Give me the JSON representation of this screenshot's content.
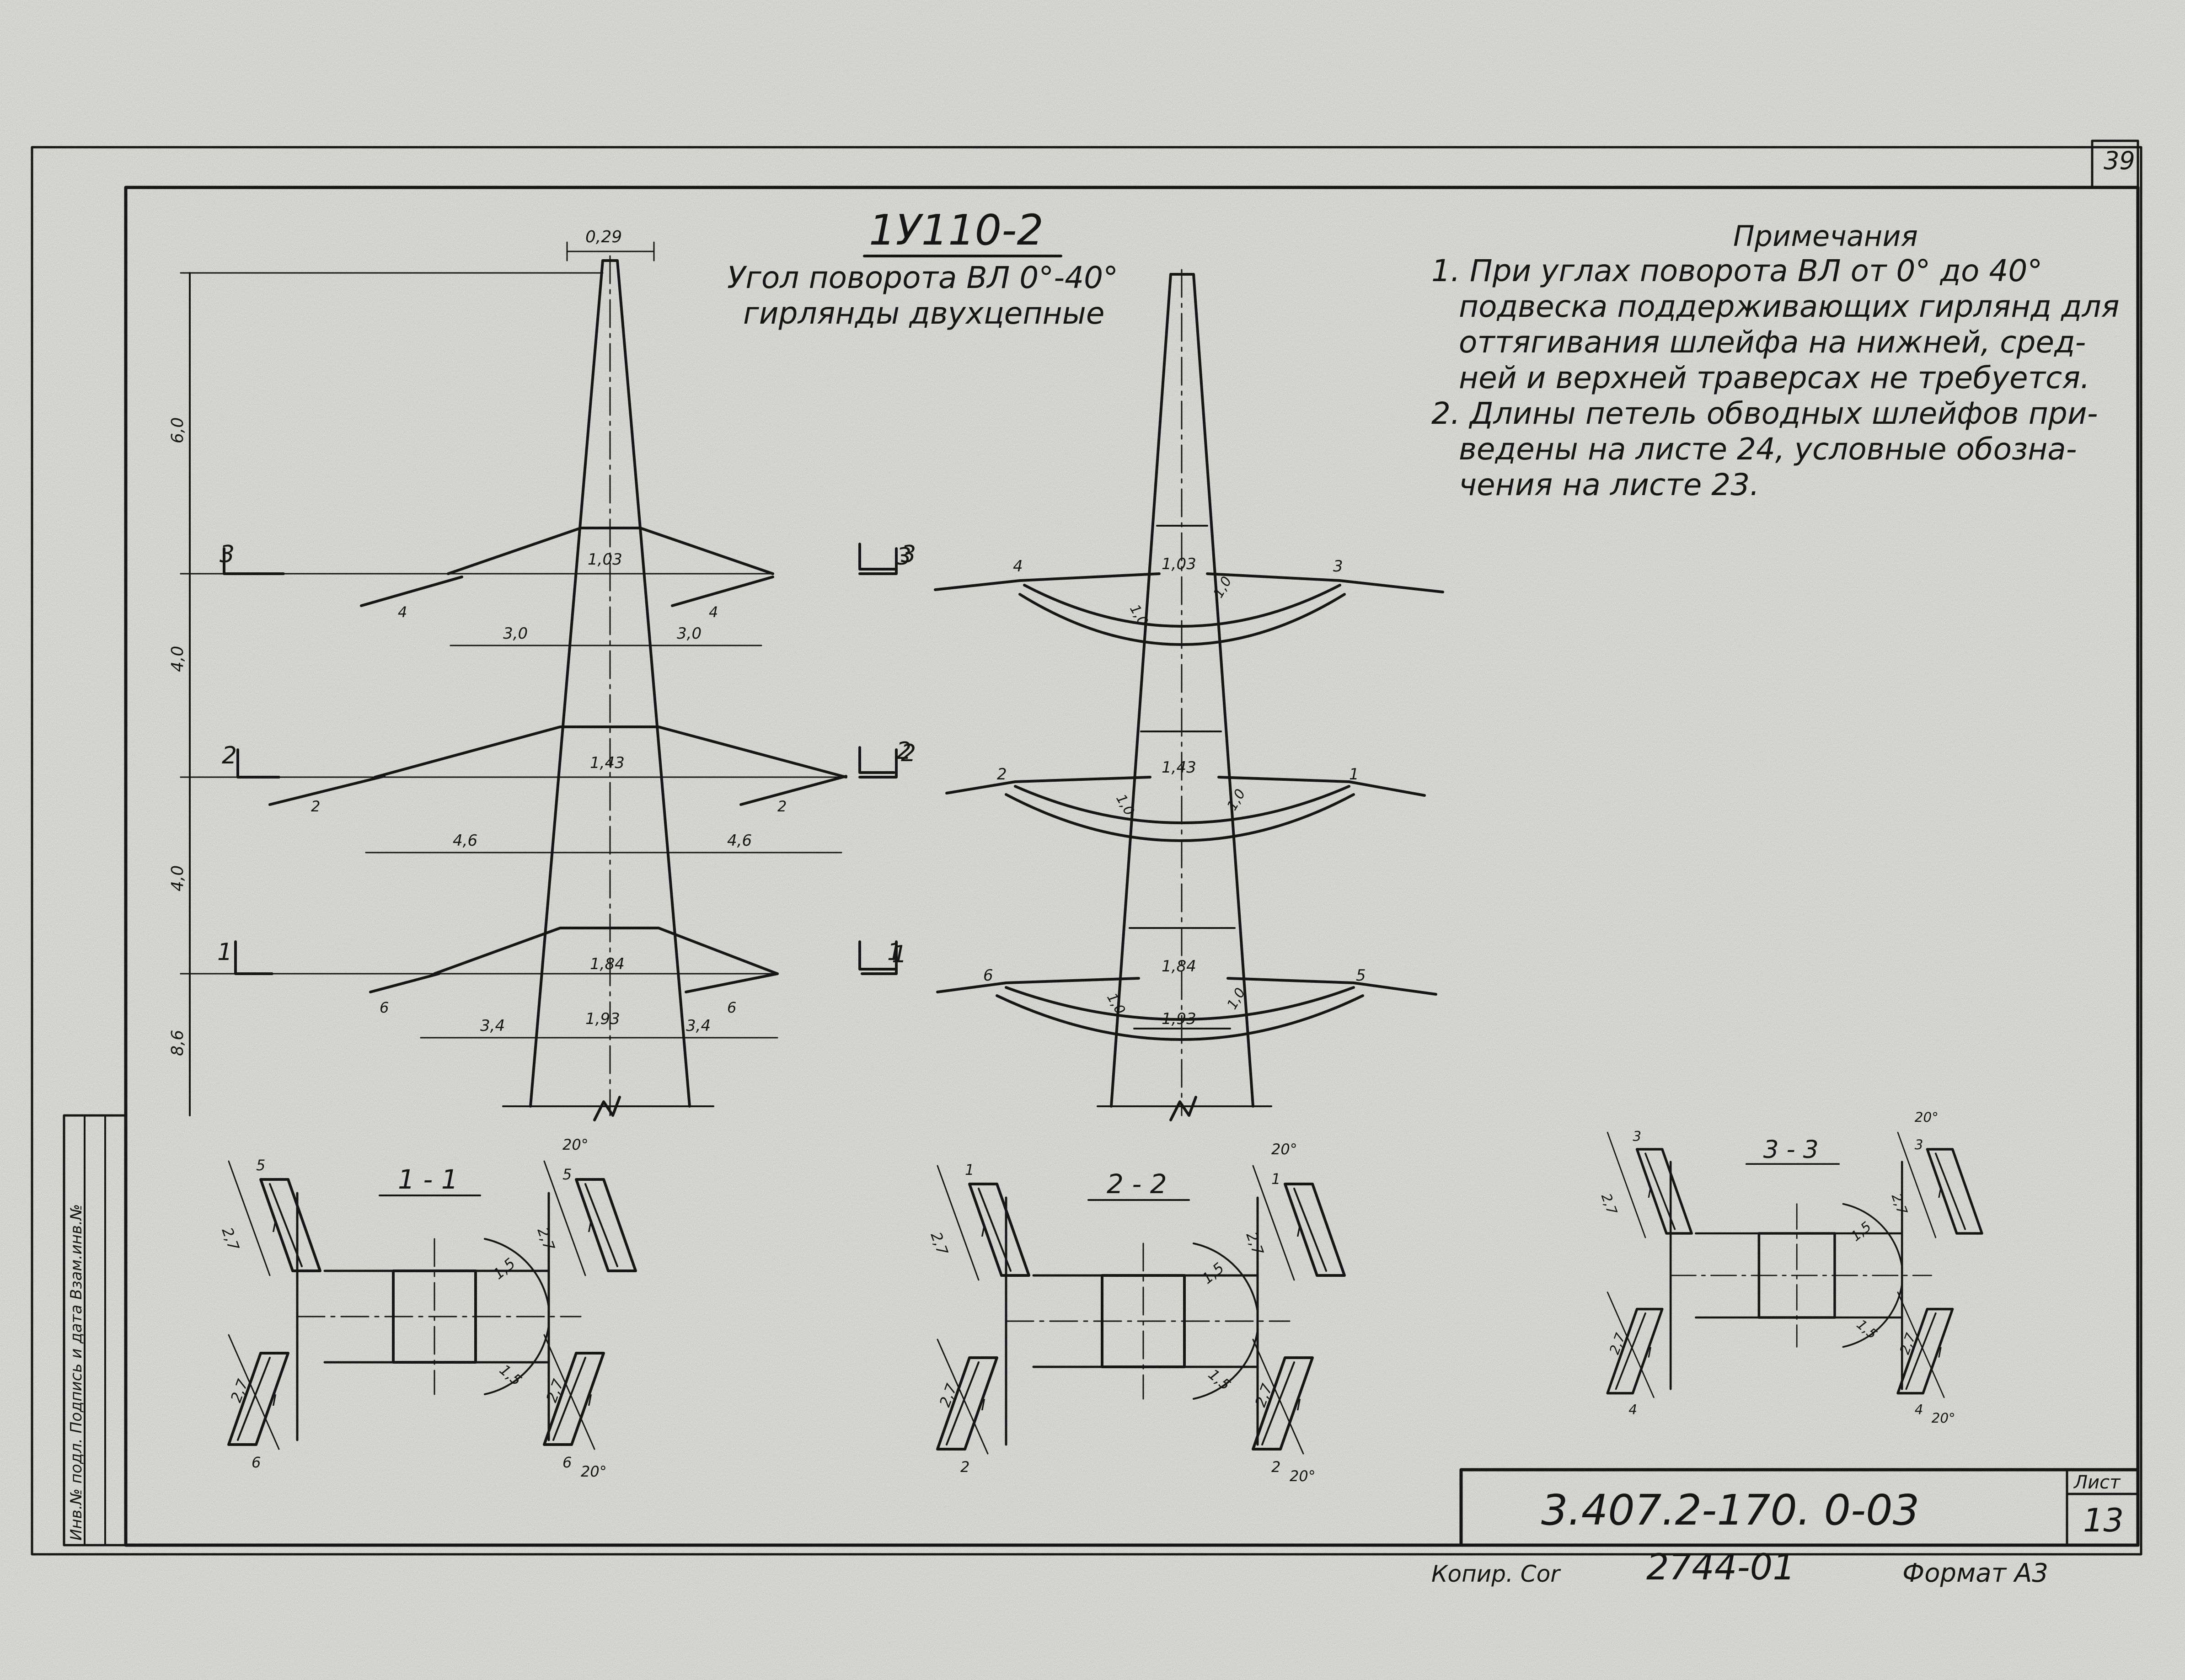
{
  "page_number": "39",
  "title": {
    "code": "1У110-2",
    "line1": "Угол поворота ВЛ 0°-40°",
    "line2": "гирлянды двухцепные"
  },
  "notes": {
    "heading": "Примечания",
    "lines": [
      "1. При углах поворота ВЛ от 0° до 40°",
      "подвеска поддерживающих гирлянд для",
      "оттягивания шлейфа на нижней, сред-",
      "ней и верхней траверсах не требуется.",
      "2. Длины петель обводных шлейфов при-",
      "ведены на листе 24, условные обозна-",
      "чения на листе 23."
    ]
  },
  "elevation": {
    "top_width": "0,29",
    "heights": [
      "6,0",
      "4,0",
      "4,0",
      "8,6"
    ],
    "levels": [
      {
        "section": "3",
        "width": "1,03",
        "arm_left": "3,0",
        "arm_right": "3,0",
        "insulator": "4"
      },
      {
        "section": "2",
        "width": "1,43",
        "arm_left": "4,6",
        "arm_right": "4,6",
        "insulator": "2"
      },
      {
        "section": "1",
        "width": "1,84",
        "width_lower": "1,93",
        "arm_left": "3,4",
        "arm_right": "3,4",
        "insulator": "6"
      }
    ]
  },
  "side_view": {
    "levels": [
      {
        "section": "3",
        "width": "1,03",
        "left_phase": "4",
        "right_phase": "3",
        "arc": "1,0"
      },
      {
        "section": "2",
        "width": "1,43",
        "left_phase": "2",
        "right_phase": "1",
        "arc": "1,0"
      },
      {
        "section": "1",
        "width": "1,84",
        "width_lower": "1,93",
        "left_phase": "6",
        "right_phase": "5",
        "arc": "1,0"
      }
    ]
  },
  "plans": [
    {
      "title": "1 - 1",
      "phase_top": "5",
      "phase_bottom": "6",
      "length": "2,7",
      "angle": "20°",
      "radius": "1,5",
      "roman": "I"
    },
    {
      "title": "2 - 2",
      "phase_top": "1",
      "phase_bottom": "2",
      "length": "2,7",
      "angle": "20°",
      "radius": "1,5",
      "roman": "I"
    },
    {
      "title": "3 - 3",
      "phase_top": "3",
      "phase_bottom": "4",
      "length": "2,7",
      "angle": "20°",
      "radius": "1,5",
      "roman": "I"
    }
  ],
  "stamp": {
    "doc_code": "3.407.2-170. 0-03",
    "sheet_label": "Лист",
    "sheet_number": "13"
  },
  "footer": {
    "copied": "Копир. Сor",
    "number": "2744-01",
    "format": "Формат А3"
  },
  "side_stamp": "Инв.№ подл. Подпись и дата Взам.инв.№"
}
